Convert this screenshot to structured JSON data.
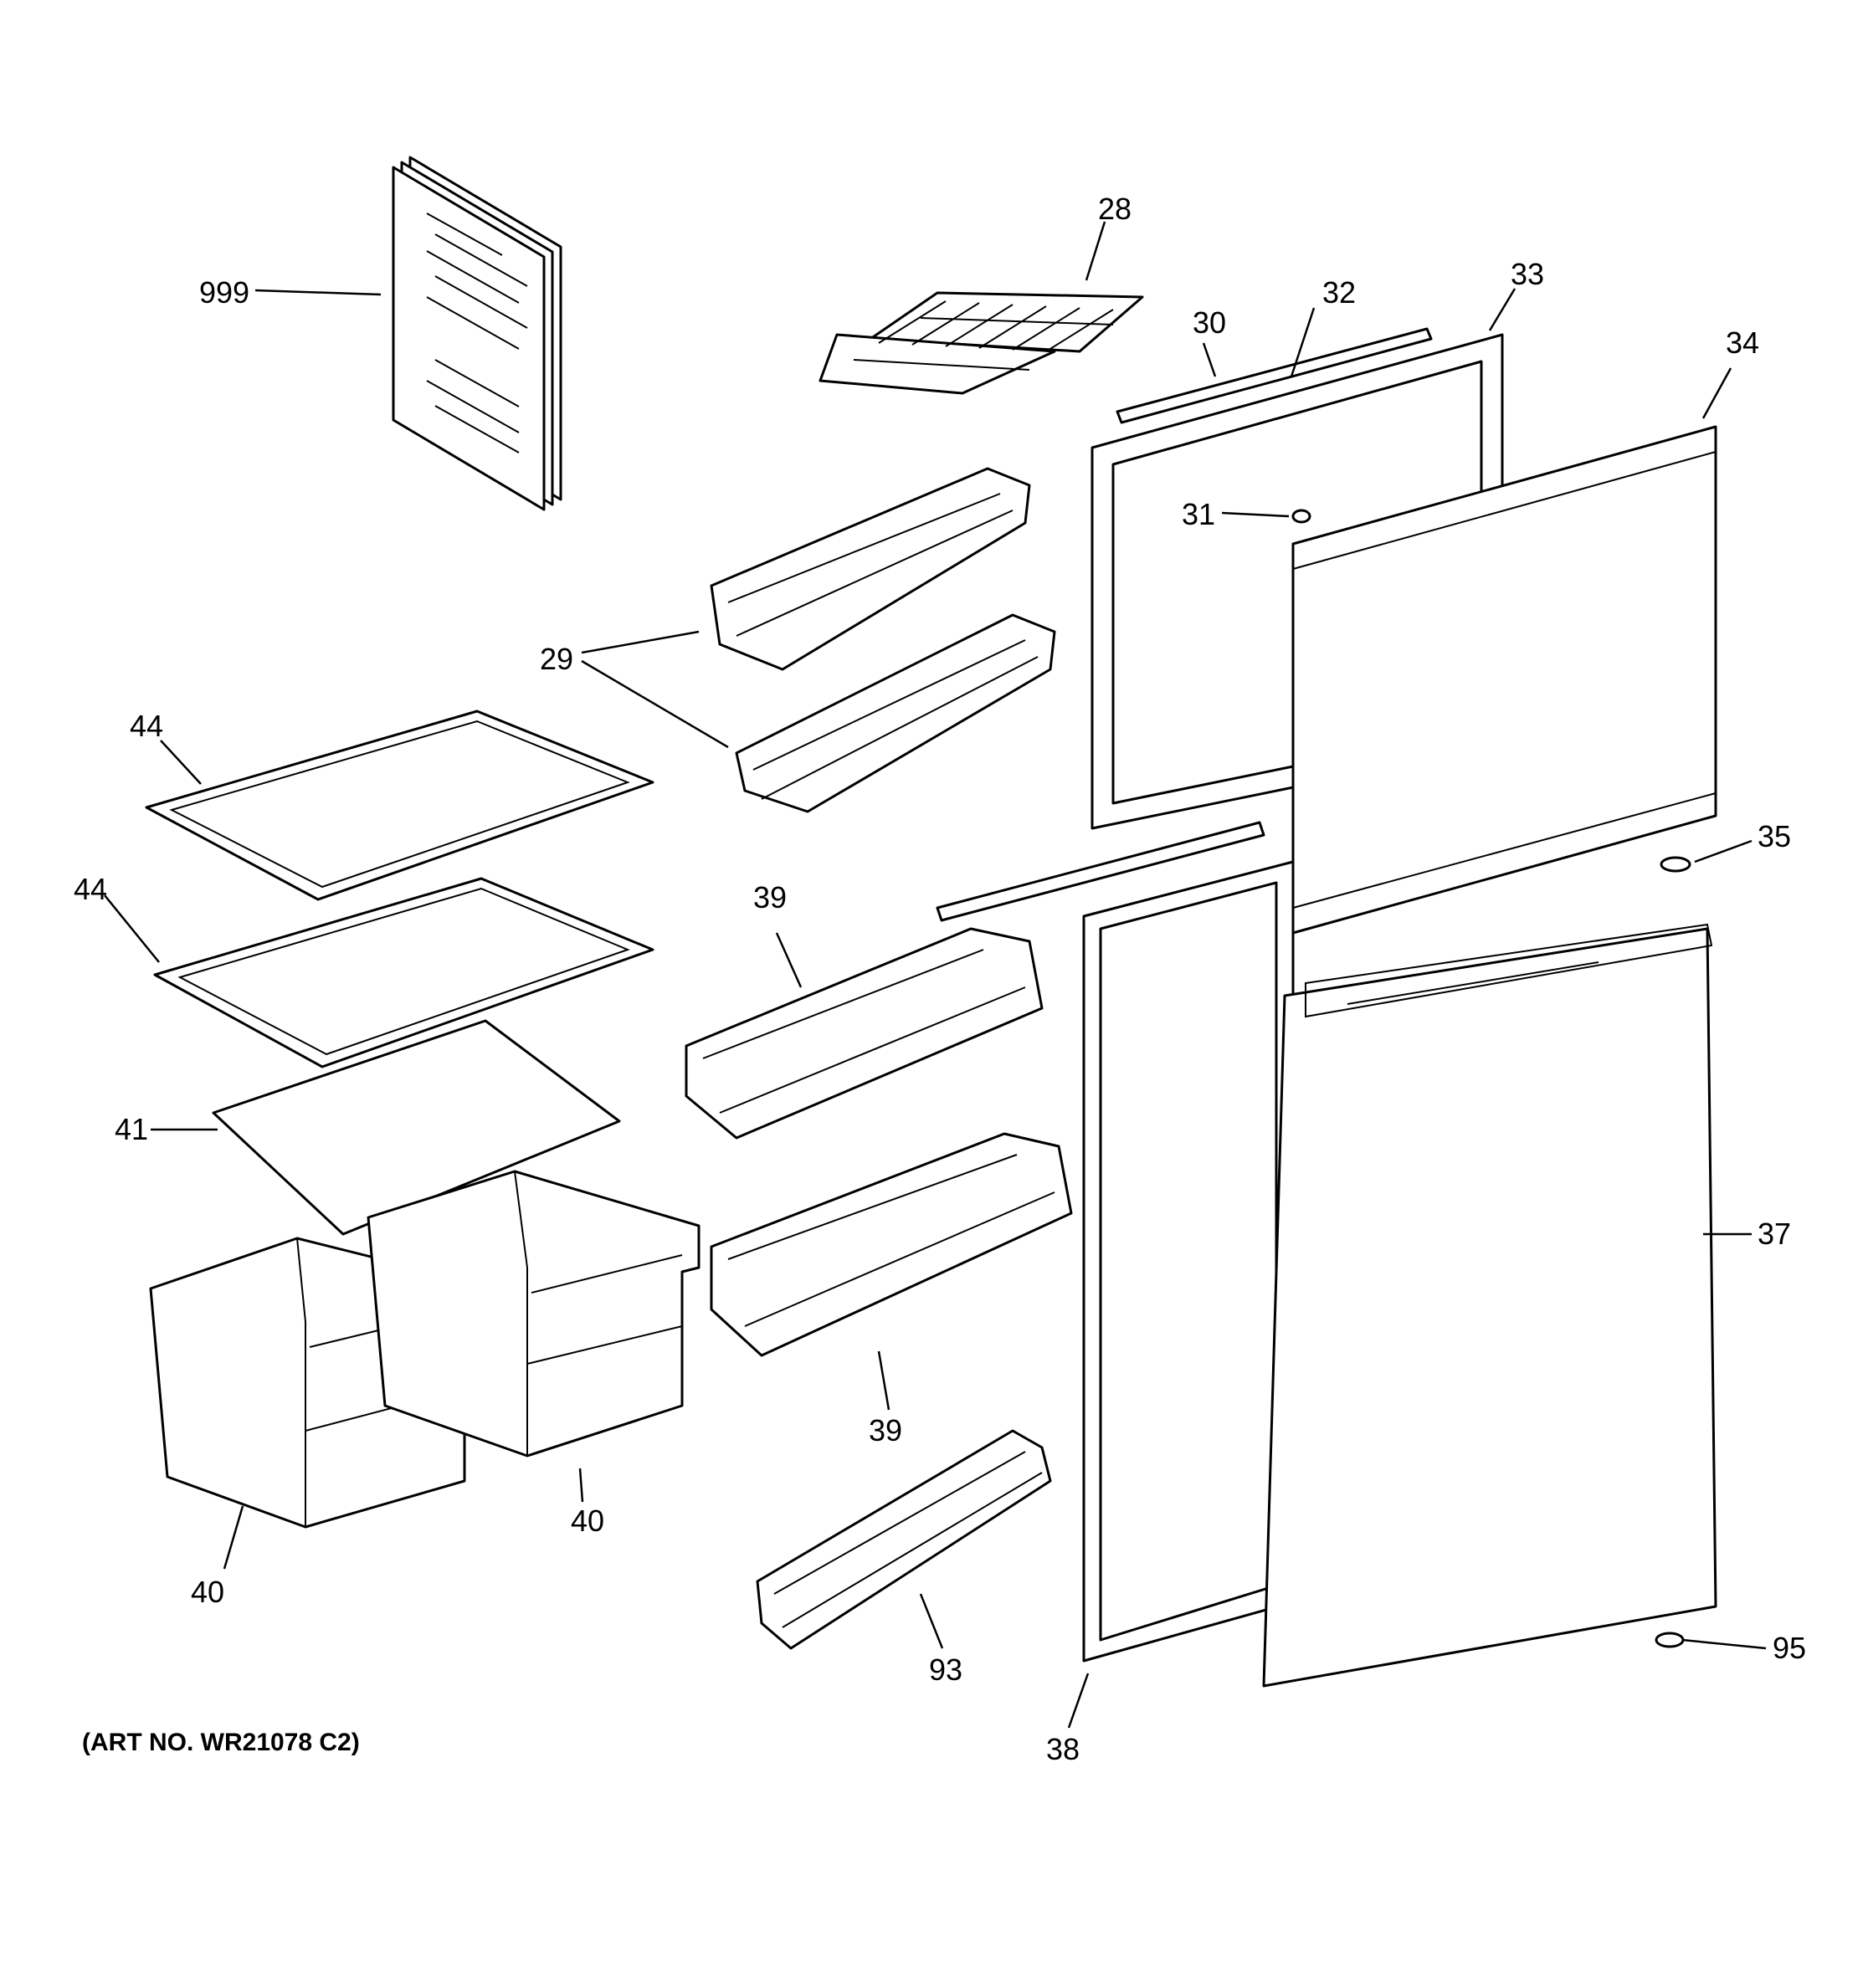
{
  "art_number": "(ART NO. WR21078 C2)",
  "callouts": [
    "999",
    "28",
    "30",
    "32",
    "33",
    "34",
    "31",
    "29",
    "44",
    "44",
    "35",
    "39",
    "41",
    "37",
    "40",
    "40",
    "39",
    "93",
    "38",
    "95"
  ]
}
